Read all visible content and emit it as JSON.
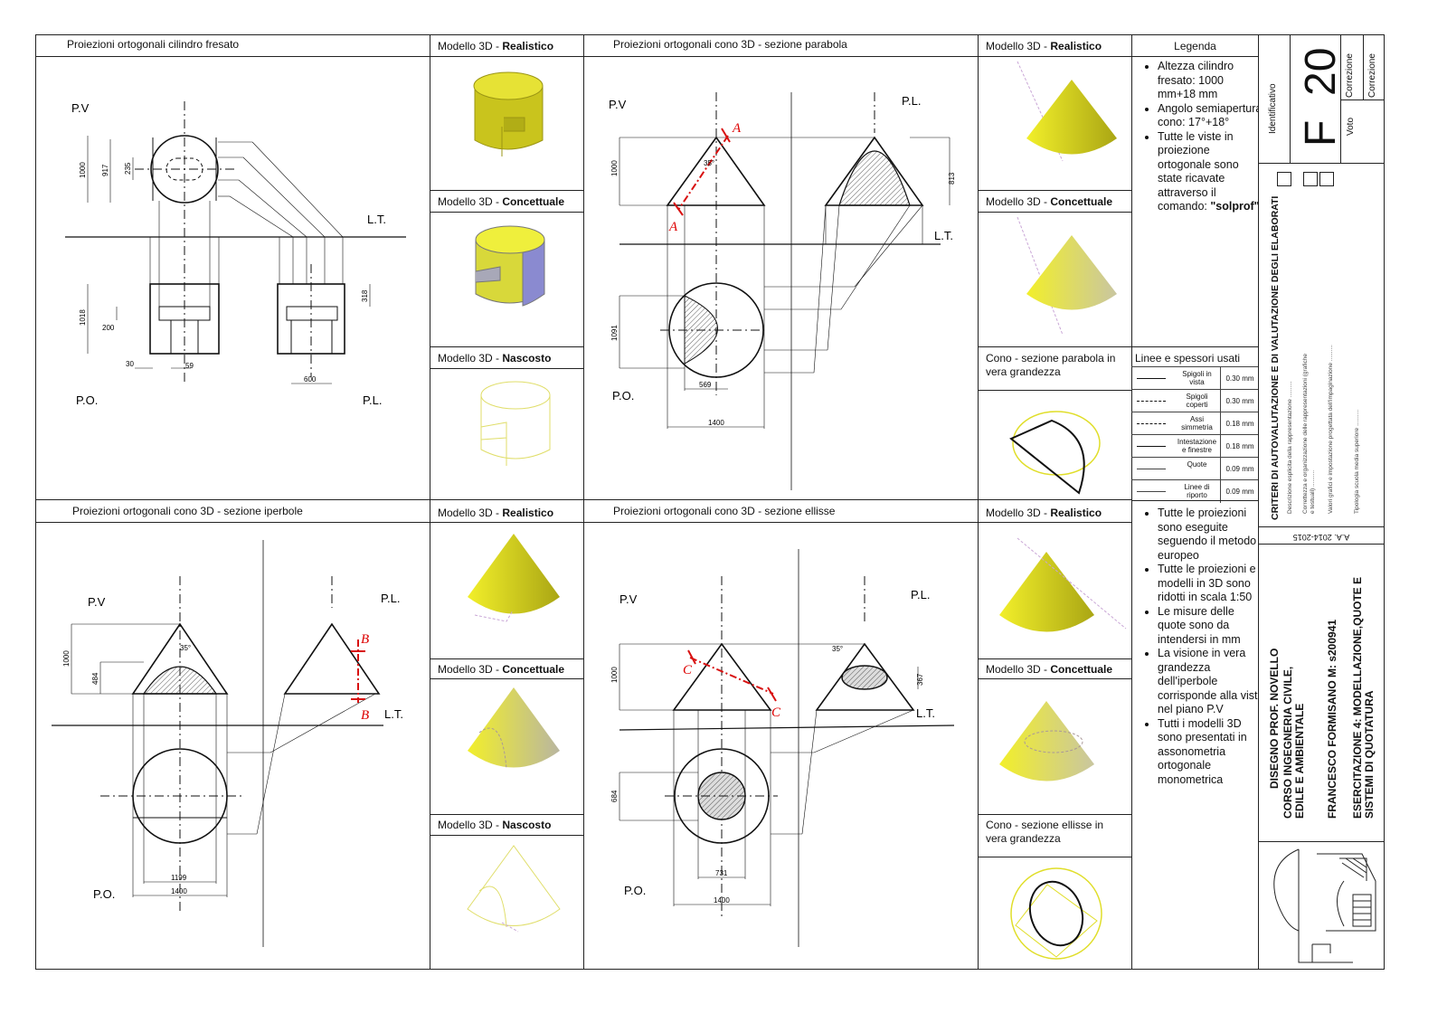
{
  "panels": {
    "p1_title": "Proiezioni ortogonali cilindro fresato",
    "p2_title": "Proiezioni ortogonali cono 3D - sezione parabola",
    "p3_title": "Proiezioni ortogonali cono 3D - sezione iperbole",
    "p4_title": "Proiezioni ortogonali cono 3D - sezione ellisse"
  },
  "model_prefix": "Modello 3D - ",
  "model_types": {
    "realistic": "Realistico",
    "conceptual": "Concettuale",
    "hidden": "Nascosto"
  },
  "true_size": {
    "parabola": "Cono - sezione parabola in vera grandezza",
    "ellipse": "Cono - sezione ellisse in vera grandezza"
  },
  "planes": {
    "pv": "P.V",
    "pl": "P.L.",
    "po": "P.O.",
    "lt": "L.T."
  },
  "dims": {
    "cyl": [
      "1000",
      "917",
      "235",
      "1018",
      "200",
      "318",
      "30",
      "59",
      "600"
    ],
    "parabola": [
      "1000",
      "813",
      "1091",
      "569",
      "1400",
      "35°"
    ],
    "hyperbola": [
      "1000",
      "484",
      "1199",
      "1400",
      "35°"
    ],
    "ellipse": [
      "1000",
      "367",
      "684",
      "731",
      "1400",
      "35°"
    ]
  },
  "section_marks": {
    "a": "A",
    "b": "B",
    "c": "C"
  },
  "legend": {
    "title": "Legenda",
    "items_top": [
      "Altezza cilindro fresato: 1000 mm+18 mm",
      "Angolo semiapertura cono: 17°+18°",
      "Tutte le viste in proiezione ortogonale sono state ricavate attraverso il comando: ",
      "\"solprof\""
    ],
    "lines_title": "Linee e spessori usati",
    "lines": [
      {
        "desc": "Spigoli in vista",
        "val": "0.30 mm"
      },
      {
        "desc": "Spigoli coperti",
        "val": "0.30 mm"
      },
      {
        "desc": "Assi simmetria",
        "val": "0.18 mm"
      },
      {
        "desc": "Intestazione e finestre",
        "val": "0.18 mm"
      },
      {
        "desc": "Quote",
        "val": "0.09 mm"
      },
      {
        "desc": "Linee di riporto",
        "val": "0.09 mm"
      }
    ],
    "items_bottom": [
      "Tutte le proiezioni sono eseguite seguendo il metodo europeo",
      "Tutte le proiezioni e i modelli in 3D sono ridotti in scala 1:50",
      "Le misure delle quote sono da intendersi in mm",
      "La visione in vera grandezza dell'iperbole corrisponde alla vista nel piano P.V",
      "Tutti i modelli 3D sono presentati in assonometria ortogonale monometrica"
    ]
  },
  "titleblock": {
    "identificativo": "Identificativo",
    "letter": "F",
    "number": "20",
    "voto": "Voto",
    "correzione": "Correzione",
    "criteri": "CRITERI DI AUTOVALUTAZIONE E DI VALUTAZIONE DEGLI ELABORATI",
    "crit_items": [
      "Tipologia scuola media superiore ..........",
      "Valori grafici e impostazione progettata dell'impaginazione ..........",
      "Correttezza e organizzazione delle rappresentazioni (grafiche e testuali) ..........",
      "Descrizione esplicita della rappresentazione .........."
    ],
    "year": "A.A. 2014-2015",
    "course1": "DISEGNO PROF. NOVELLO",
    "course2": "CORSO INGEGNERIA CIVILE, EDILE E AMBIENTALE",
    "student": "FRANCESCO FORMISANO M: s200941",
    "exercise": "ESERCITAZIONE 4: MODELLAZIONE,QUOTE E SISTEMI DI QUOTATURA"
  },
  "colors": {
    "yellow": "#e3e02a",
    "red": "#d81010",
    "line": "#111111"
  }
}
